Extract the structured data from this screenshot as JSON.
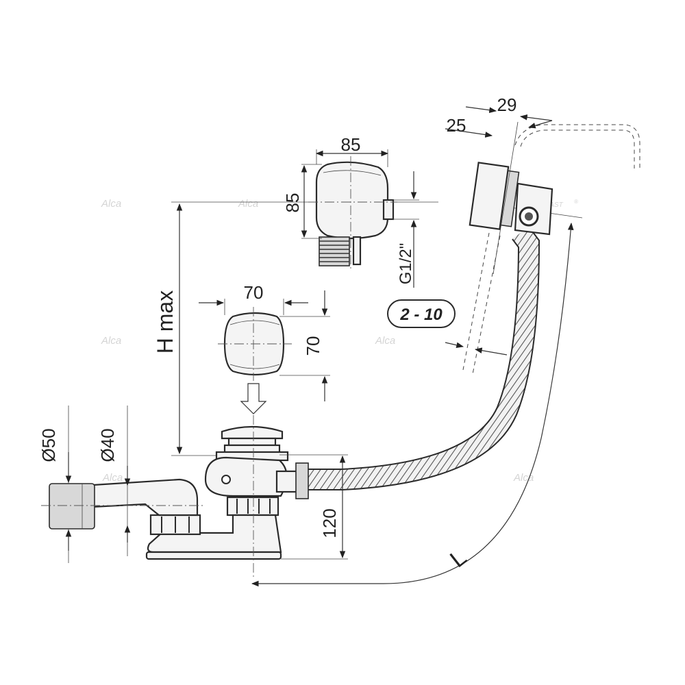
{
  "diagram": {
    "dimensions": {
      "overflow_width": "85",
      "overflow_height": "85",
      "thread": "G1/2\"",
      "cap_width": "70",
      "cap_height": "70",
      "h_max": "H max",
      "d50": "Ø50",
      "d40": "Ø40",
      "drain_height": "120",
      "length": "L",
      "range": "2 - 10",
      "pipe_25": "25",
      "pipe_29": "29"
    },
    "watermark": {
      "brand": "Alca",
      "suffix": "PLAST",
      "mark": "®"
    },
    "colors": {
      "line": "#2a2a2a",
      "part_fill": "#f4f4f4",
      "shade_fill": "#d8d8d8",
      "watermark": "#d4d4d4"
    }
  }
}
